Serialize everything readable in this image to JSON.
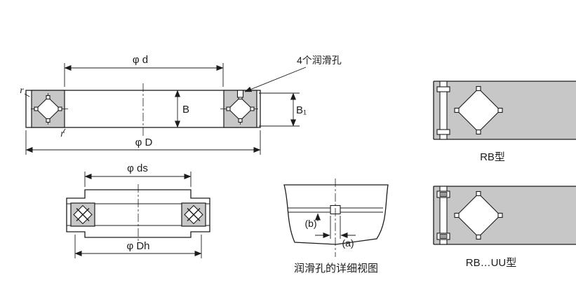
{
  "colors": {
    "line": "#1c1c1c",
    "section_gray": "#c7c7c7",
    "background": "#ffffff"
  },
  "main_view": {
    "lube_holes_label": "4个润滑孔",
    "dim_bore": "φ d",
    "dim_outer": "φ D",
    "dim_width": "B",
    "dim_width_b1": "B₁",
    "fillet_top": "r",
    "fillet_bottom": "r"
  },
  "shoulder_view": {
    "dim_shaft_shoulder": "φ ds",
    "dim_housing_shoulder": "φ Dh"
  },
  "lube_detail": {
    "dim_a": "(a)",
    "dim_b": "(b)",
    "caption": "润滑孔的详细视图"
  },
  "type_sections": {
    "rb": {
      "caption": "RB型"
    },
    "rb_uu": {
      "caption": "RB…UU型"
    }
  }
}
